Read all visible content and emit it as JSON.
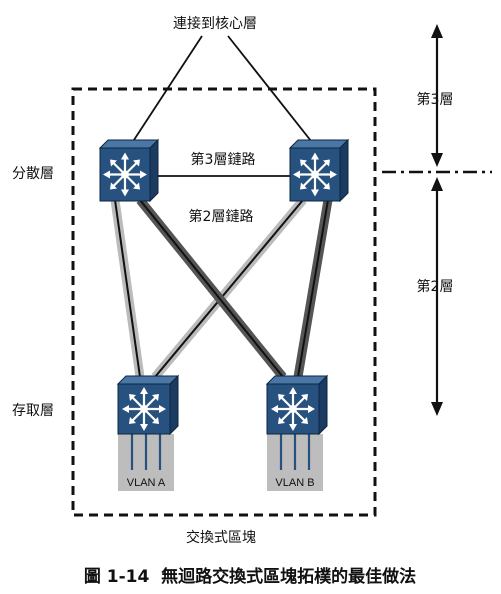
{
  "labels": {
    "core_connection": "連接到核心層",
    "layer3": "第3層",
    "layer2": "第2層",
    "distribution": "分散層",
    "access": "存取層",
    "layer3_link": "第3層鏈路",
    "layer2_link": "第2層鏈路",
    "switch_block": "交換式區塊",
    "vlan_a": "VLAN A",
    "vlan_b": "VLAN B"
  },
  "caption": "圖 1-14  無迴路交換式區塊拓樸的最佳做法",
  "icons": {
    "distribution_switch": "layer3-switch-icon",
    "access_switch": "layer3-switch-icon"
  },
  "colors": {
    "switch_front": "#27527F",
    "switch_top": "#4A77A6",
    "switch_side": "#1B3C60",
    "port_gray": "#BDBDBD",
    "link_dark": "#555555",
    "link_light": "#BBBBBB",
    "line": "#111111"
  }
}
